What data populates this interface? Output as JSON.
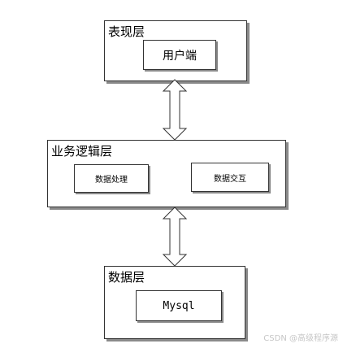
{
  "diagram": {
    "presentation_layer": {
      "title": "表现层",
      "client": "用户端"
    },
    "business_layer": {
      "title": "业务逻辑层",
      "data_processing": "数据处理",
      "data_interaction": "数据交互"
    },
    "data_layer": {
      "title": "数据层",
      "database": "Mysql"
    }
  },
  "watermark": "CSDN @高级程序源"
}
